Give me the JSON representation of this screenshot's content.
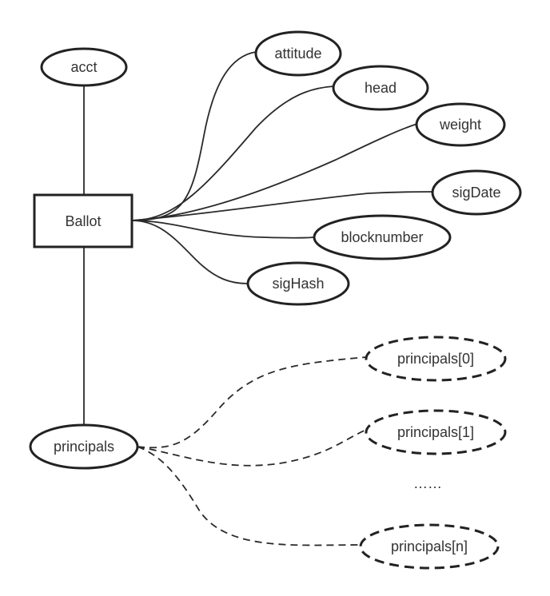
{
  "diagram": {
    "type": "entity-attribute diagram",
    "entity": {
      "id": "ballot",
      "label": "Ballot"
    },
    "nodes": {
      "acct": {
        "label": "acct",
        "style": "solid"
      },
      "attitude": {
        "label": "attitude",
        "style": "solid"
      },
      "head": {
        "label": "head",
        "style": "solid"
      },
      "weight": {
        "label": "weight",
        "style": "solid"
      },
      "sigDate": {
        "label": "sigDate",
        "style": "solid"
      },
      "blocknumber": {
        "label": "blocknumber",
        "style": "solid"
      },
      "sigHash": {
        "label": "sigHash",
        "style": "solid"
      },
      "principals": {
        "label": "principals",
        "style": "solid"
      },
      "principals0": {
        "label": "principals[0]",
        "style": "dashed"
      },
      "principals1": {
        "label": "principals[1]",
        "style": "dashed"
      },
      "principalsN": {
        "label": "principals[n]",
        "style": "dashed"
      }
    },
    "ellipsis": "……",
    "edges": [
      {
        "from": "ballot",
        "to": "acct",
        "style": "solid"
      },
      {
        "from": "ballot",
        "to": "attitude",
        "style": "solid"
      },
      {
        "from": "ballot",
        "to": "head",
        "style": "solid"
      },
      {
        "from": "ballot",
        "to": "weight",
        "style": "solid"
      },
      {
        "from": "ballot",
        "to": "sigDate",
        "style": "solid"
      },
      {
        "from": "ballot",
        "to": "blocknumber",
        "style": "solid"
      },
      {
        "from": "ballot",
        "to": "sigHash",
        "style": "solid"
      },
      {
        "from": "ballot",
        "to": "principals",
        "style": "solid"
      },
      {
        "from": "principals",
        "to": "principals0",
        "style": "dashed"
      },
      {
        "from": "principals",
        "to": "principals1",
        "style": "dashed"
      },
      {
        "from": "principals",
        "to": "principalsN",
        "style": "dashed"
      }
    ]
  }
}
